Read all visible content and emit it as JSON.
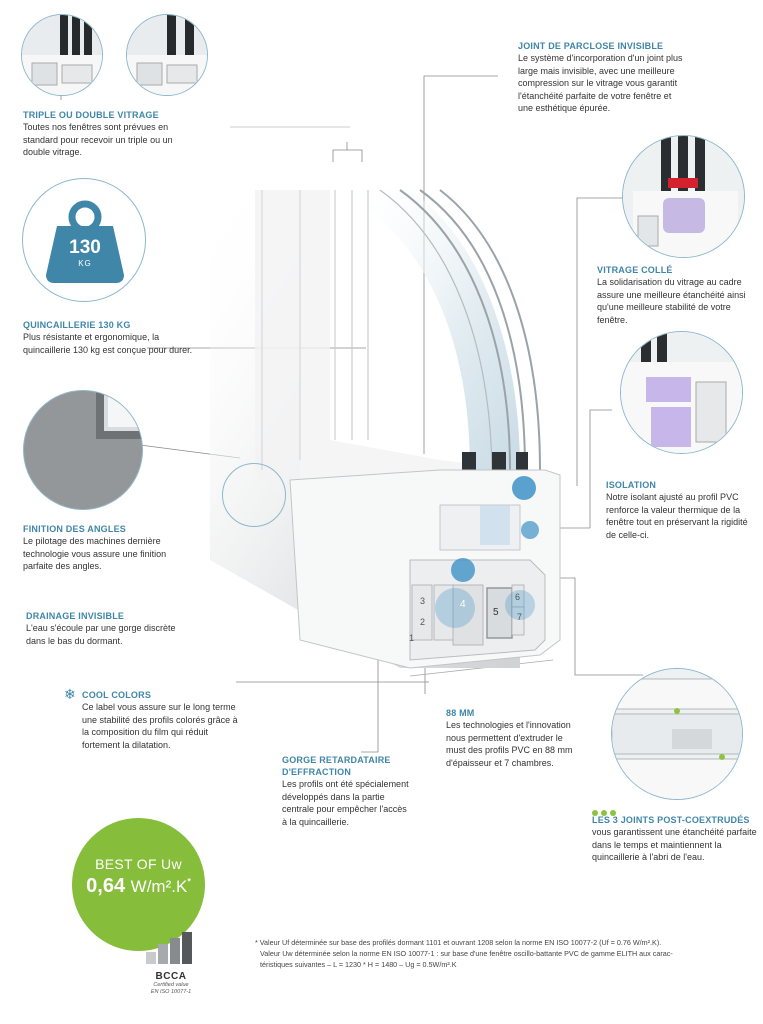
{
  "features": {
    "triple": {
      "title": "TRIPLE OU DOUBLE VITRAGE",
      "text": "Toutes nos fenêtres sont prévues en standard pour recevoir un triple ou un double vitrage."
    },
    "weight": {
      "value": "130",
      "unit": "KG"
    },
    "quincaillerie": {
      "title": "QUINCAILLERIE 130 KG",
      "text": "Plus résistante et ergonomique, la quincaillerie 130 kg est conçue pour durer."
    },
    "finition": {
      "title": "FINITION DES ANGLES",
      "text": "Le pilotage des machines dernière technologie vous assure une finition parfaite des angles."
    },
    "drainage": {
      "title": "DRAINAGE INVISIBLE",
      "text": "L'eau s'écoule par une gorge discrète dans le bas du dormant."
    },
    "cool": {
      "title": "COOL COLORS",
      "text": "Ce label vous assure sur le long terme une stabilité des profils colorés grâce à la composition du film qui réduit fortement la dilatation."
    },
    "gorge": {
      "title": "GORGE RETARDATAIRE D'EFFRACTION",
      "text": "Les profils ont été spécialement développés dans la partie centrale pour empêcher l'accès à la quincaillerie."
    },
    "mm88": {
      "title": "88 MM",
      "text": "Les technologies et l'innovation nous permettent d'extruder le must des profils PVC en 88 mm d'épaisseur et 7 chambres."
    },
    "joint": {
      "title": "JOINT DE PARCLOSE INVISIBLE",
      "text": "Le système d'incorporation d'un joint plus large mais invisible, avec une meilleure compression sur le vitrage vous garantit l'étanchéité parfaite de votre fenêtre et une esthétique épurée."
    },
    "colle": {
      "title": "VITRAGE COLLÉ",
      "text": "La solidarisation du vitrage au cadre assure une meilleure étanchéité ainsi qu'une meilleure stabilité de votre fenêtre."
    },
    "isolation": {
      "title": "ISOLATION",
      "text": "Notre isolant ajusté au profil PVC renforce la valeur thermique de la fenêtre tout en préservant la rigidité de celle-ci."
    },
    "joints3": {
      "title": "LES 3 JOINTS POST-COEXTRUDÉS",
      "text": "vous garantissent une étanchéité parfaite dans le temps et maintiennent la quincaillerie à l'abri de l'eau."
    }
  },
  "chambers": [
    "1",
    "2",
    "3",
    "4",
    "5",
    "6",
    "7"
  ],
  "badge": {
    "line1": "BEST OF Uw",
    "value": "0,64",
    "unit": "W/m².K",
    "mark": "*"
  },
  "bcca": {
    "name": "BCCA",
    "sub1": "Certified value",
    "sub2": "EN ISO 10077-1"
  },
  "footnote": {
    "line1": "* Valeur Uf déterminée sur base des profilés dormant 1101 et ouvrant 1208 selon la norme EN ISO 10077-2 (Uf = 0.76 W/m².K).",
    "line2": "Valeur Uw déterminée selon la norme EN ISO 10077-1 : sur base d'une fenêtre oscillo-battante PVC de gamme ELITH aux carac-",
    "line3": "téristiques suivantes – L = 1230 * H = 1480 – Ug = 0.5W/m².K"
  },
  "colors": {
    "accent": "#3f86a8",
    "green": "#86bd3b",
    "line": "#8cb8cc",
    "glass": "#4a95bf"
  },
  "icons": [
    "snowflake-icon",
    "weight-icon",
    "green-dots-icon",
    "bcca-logo"
  ]
}
